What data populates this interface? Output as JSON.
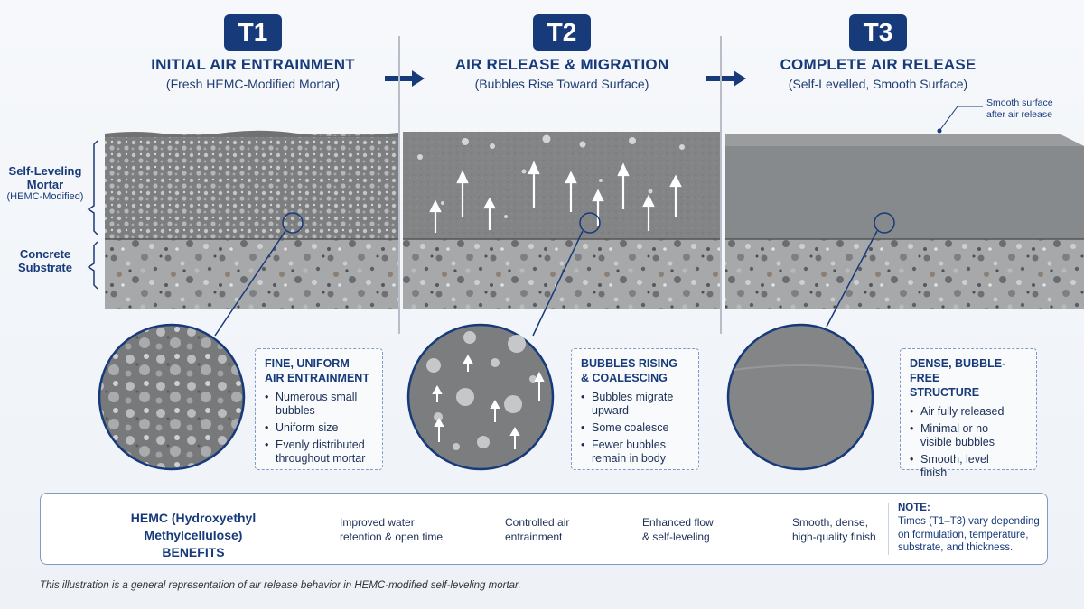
{
  "stages": [
    {
      "badge": "T1",
      "title": "INITIAL AIR ENTRAINMENT",
      "subtitle": "(Fresh HEMC-Modified Mortar)",
      "callout_title": [
        "FINE, UNIFORM",
        "AIR ENTRAINMENT"
      ],
      "bullets": [
        [
          "Numerous small",
          "bubbles"
        ],
        [
          "Uniform size"
        ],
        [
          "Evenly distributed",
          "throughout mortar"
        ]
      ]
    },
    {
      "badge": "T2",
      "title": "AIR RELEASE & MIGRATION",
      "subtitle": "(Bubbles Rise Toward Surface)",
      "callout_title": [
        "BUBBLES RISING",
        "& COALESCING"
      ],
      "bullets": [
        [
          "Bubbles migrate",
          "upward"
        ],
        [
          "Some coalesce"
        ],
        [
          "Fewer bubbles",
          "remain in body"
        ]
      ]
    },
    {
      "badge": "T3",
      "title": "COMPLETE AIR RELEASE",
      "subtitle": "(Self-Levelled, Smooth Surface)",
      "callout_title": [
        "DENSE, BUBBLE-FREE",
        "STRUCTURE"
      ],
      "bullets": [
        [
          "Air fully released"
        ],
        [
          "Minimal or no",
          "visible bubbles"
        ],
        [
          "Smooth, level",
          "finish"
        ]
      ]
    }
  ],
  "labels": {
    "mortar": [
      "Self-Leveling",
      "Mortar"
    ],
    "mortar_small": "(HEMC-Modified)",
    "substrate": [
      "Concrete",
      "Substrate"
    ],
    "smooth_note": [
      "Smooth surface",
      "after air release"
    ]
  },
  "benefits": {
    "title": [
      "HEMC (Hydroxyethyl",
      "Methylcellulose) BENEFITS"
    ],
    "items": [
      {
        "icon": "water-waves-icon",
        "text": [
          "Improved water",
          "retention & open time"
        ]
      },
      {
        "icon": "bubbles-circle-icon",
        "text": [
          "Controlled air",
          "entrainment"
        ]
      },
      {
        "icon": "flow-arrow-icon",
        "text": [
          "Enhanced flow",
          "& self-leveling"
        ]
      },
      {
        "icon": "sparkle-surface-icon",
        "text": [
          "Smooth, dense,",
          "high-quality finish"
        ]
      }
    ],
    "note_title": "NOTE:",
    "note": [
      "Times (T1–T3) vary depending",
      "on formulation, temperature,",
      "substrate, and thickness."
    ]
  },
  "footer": "This illustration is a general representation of air release behavior in HEMC-modified self-leveling mortar.",
  "colors": {
    "navy": "#173a7a",
    "mortar": "#8b8d8f",
    "substrate": "#a9abad",
    "dashed": "#7f9ac7"
  }
}
